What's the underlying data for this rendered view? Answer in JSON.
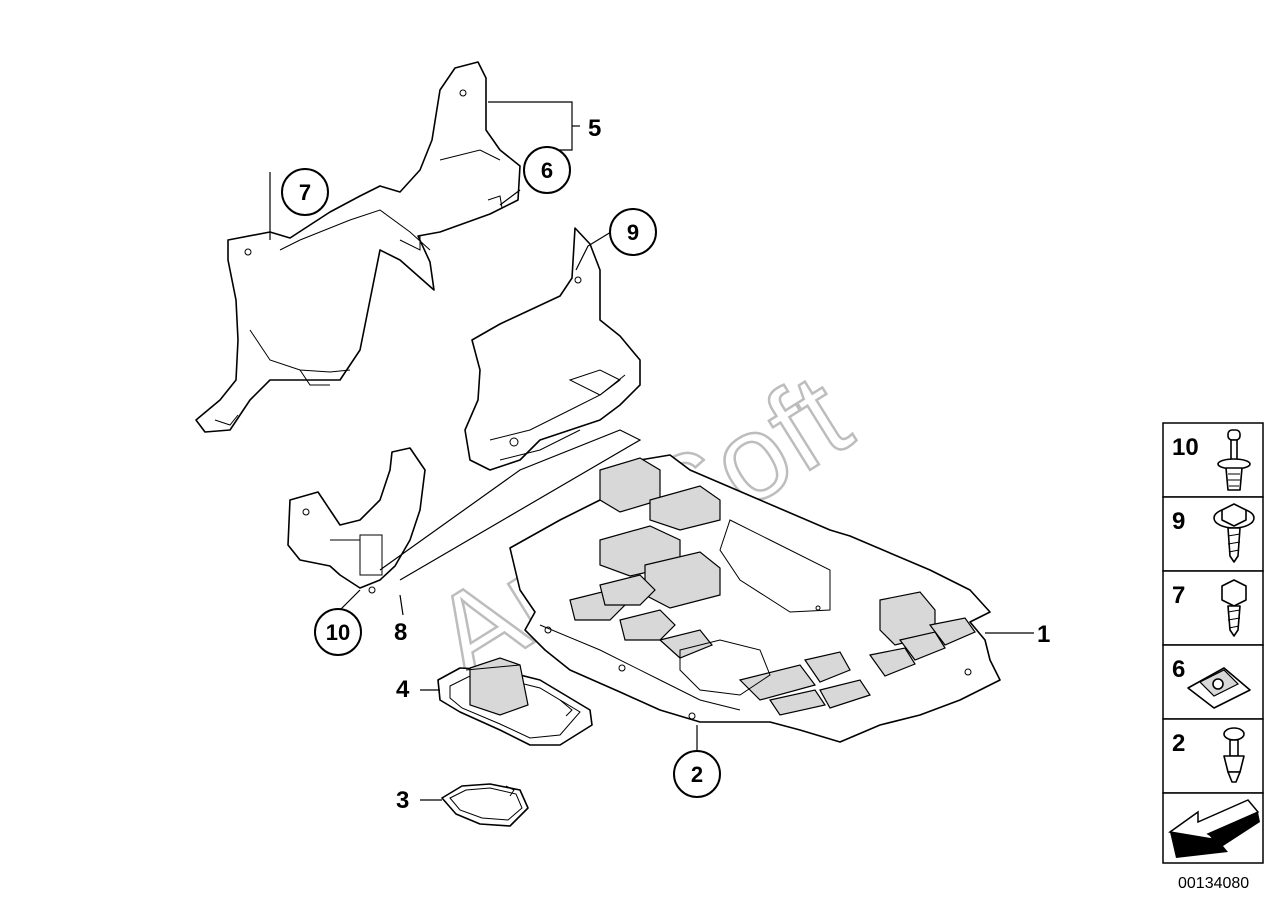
{
  "watermark": "AutoSoft",
  "labels": {
    "1": "1",
    "2": "2",
    "3": "3",
    "4": "4",
    "5": "5",
    "6": "6",
    "7": "7",
    "8": "8",
    "9": "9",
    "10": "10"
  },
  "legend": [
    "10",
    "9",
    "7",
    "6",
    "2"
  ],
  "doc_id": "00134080"
}
